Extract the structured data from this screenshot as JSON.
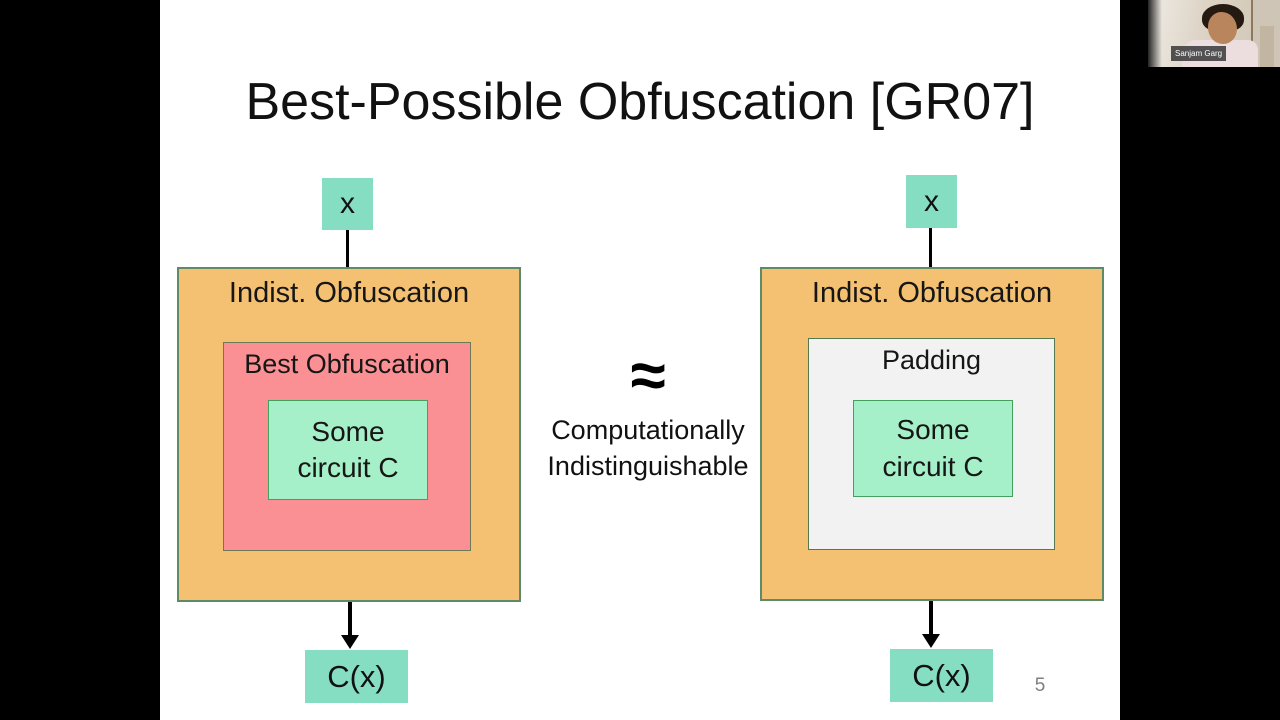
{
  "slide": {
    "title": "Best-Possible Obfuscation [GR07]",
    "page_number": "5",
    "left_diagram": {
      "input_label": "x",
      "outer_label": "Indist. Obfuscation",
      "inner_label": "Best Obfuscation",
      "circuit_line1": "Some",
      "circuit_line2": "circuit C",
      "output_label": "C(x)"
    },
    "right_diagram": {
      "input_label": "x",
      "outer_label": "Indist. Obfuscation",
      "inner_label": "Padding",
      "circuit_line1": "Some",
      "circuit_line2": "circuit C",
      "output_label": "C(x)"
    },
    "equivalence": {
      "symbol": "≈",
      "caption_line1": "Computationally",
      "caption_line2": "Indistinguishable"
    }
  },
  "webcam": {
    "participant_name": "Sanjam Garg"
  },
  "colors": {
    "io_fill": "#86dec2",
    "outer_box_fill": "#f4c172",
    "outer_box_border": "#5f8a68",
    "best_obf_fill": "#fa9093",
    "best_obf_border": "#6e7a55",
    "padding_fill": "#f2f2f2",
    "padding_border": "#55784e",
    "circuit_fill": "#a5f0c8",
    "circuit_border": "#44a05f"
  }
}
